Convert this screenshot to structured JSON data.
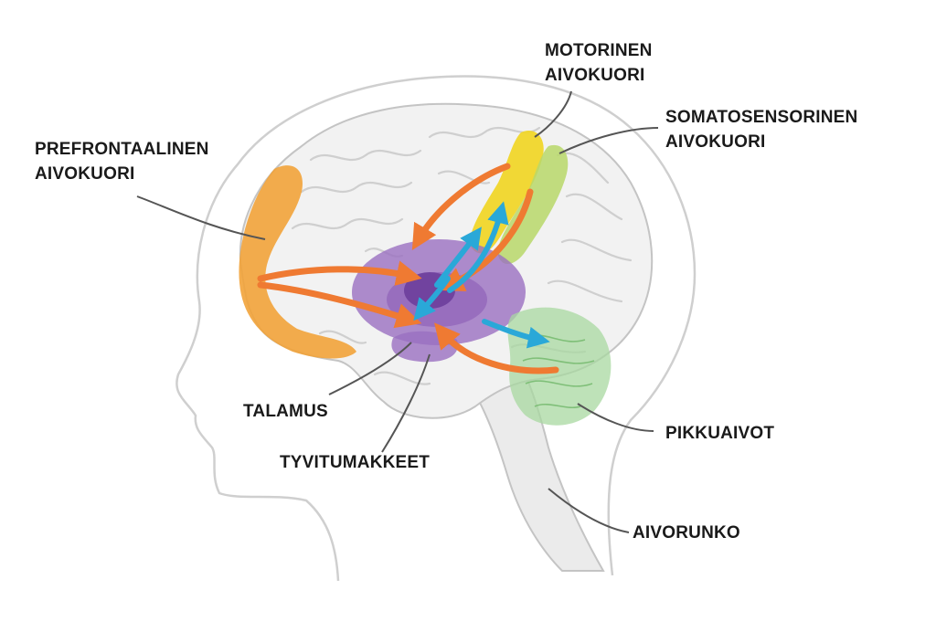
{
  "labels": {
    "prefrontal": {
      "line1": "PREFRONTAALINEN",
      "line2": "AIVOKUORI"
    },
    "motor": {
      "line1": "MOTORINEN",
      "line2": "AIVOKUORI"
    },
    "somatosensory": {
      "line1": "SOMATOSENSORINEN",
      "line2": "AIVOKUORI"
    },
    "thalamus": "TALAMUS",
    "basal_ganglia": "TYVITUMAKKEET",
    "cerebellum": "PIKKUAIVOT",
    "brainstem": "AIVORUNKO"
  },
  "colors": {
    "prefrontal": "#f2a33a",
    "motor": "#f0d62a",
    "somatosensory": "#b8d86a",
    "thalamus_basal": "#9a6fc0",
    "cerebellum": "#a8d8a0",
    "arrow_orange": "#ef7a32",
    "arrow_blue": "#2aa8d8",
    "brain_fill": "#f2f2f2",
    "outline": "#bdbdbd"
  }
}
